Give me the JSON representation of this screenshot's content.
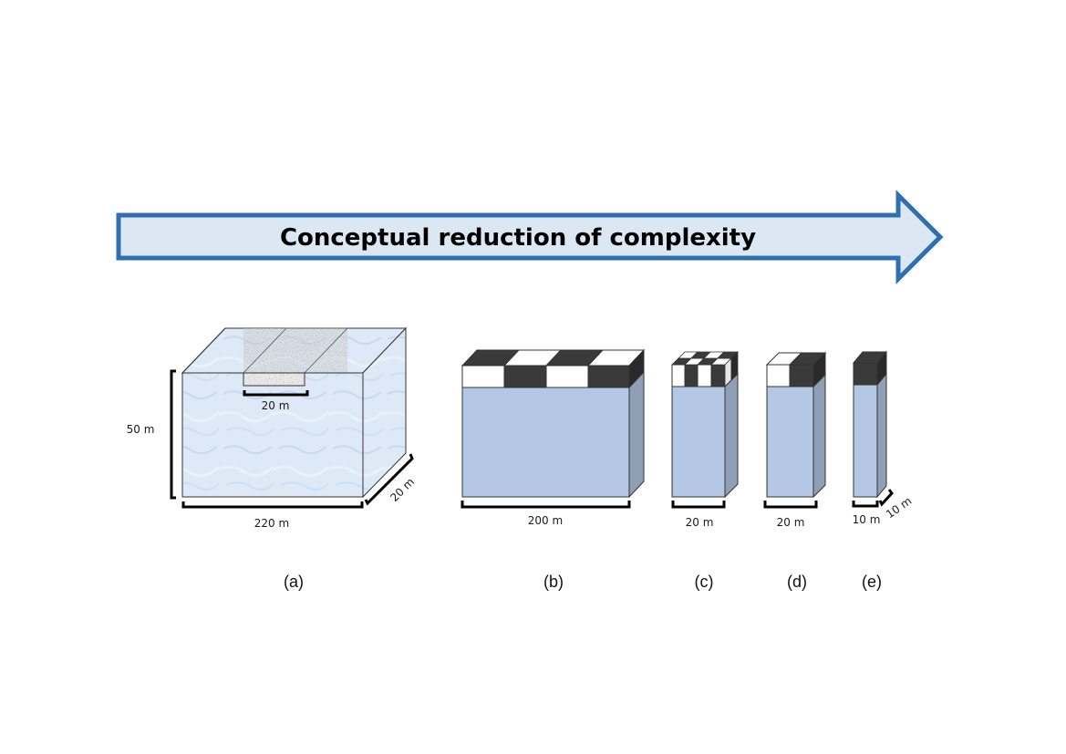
{
  "arrow": {
    "title": "Conceptual reduction of complexity",
    "fill_color": "#dbe8f4",
    "stroke_color": "#2f6faf"
  },
  "colors": {
    "column_blue": "#b4c7e4",
    "column_side": "#8f9fb6",
    "dark_cell": "#3a3a3a",
    "light_cell": "#ffffff",
    "gravel": "#9a9a9a",
    "sediment": "#ddeaf6"
  },
  "panels": {
    "a": {
      "label": "(a)",
      "dims": {
        "height": "50 m",
        "width": "220 m",
        "depth": "20 m",
        "channel": "20 m"
      }
    },
    "b": {
      "label": "(b)",
      "dims": {
        "width": "200 m"
      }
    },
    "c": {
      "label": "(c)",
      "dims": {
        "width": "20 m"
      }
    },
    "d": {
      "label": "(d)",
      "dims": {
        "width": "20 m"
      }
    },
    "e": {
      "label": "(e)",
      "dims": {
        "width": "10 m",
        "depth": "10 m"
      }
    }
  }
}
